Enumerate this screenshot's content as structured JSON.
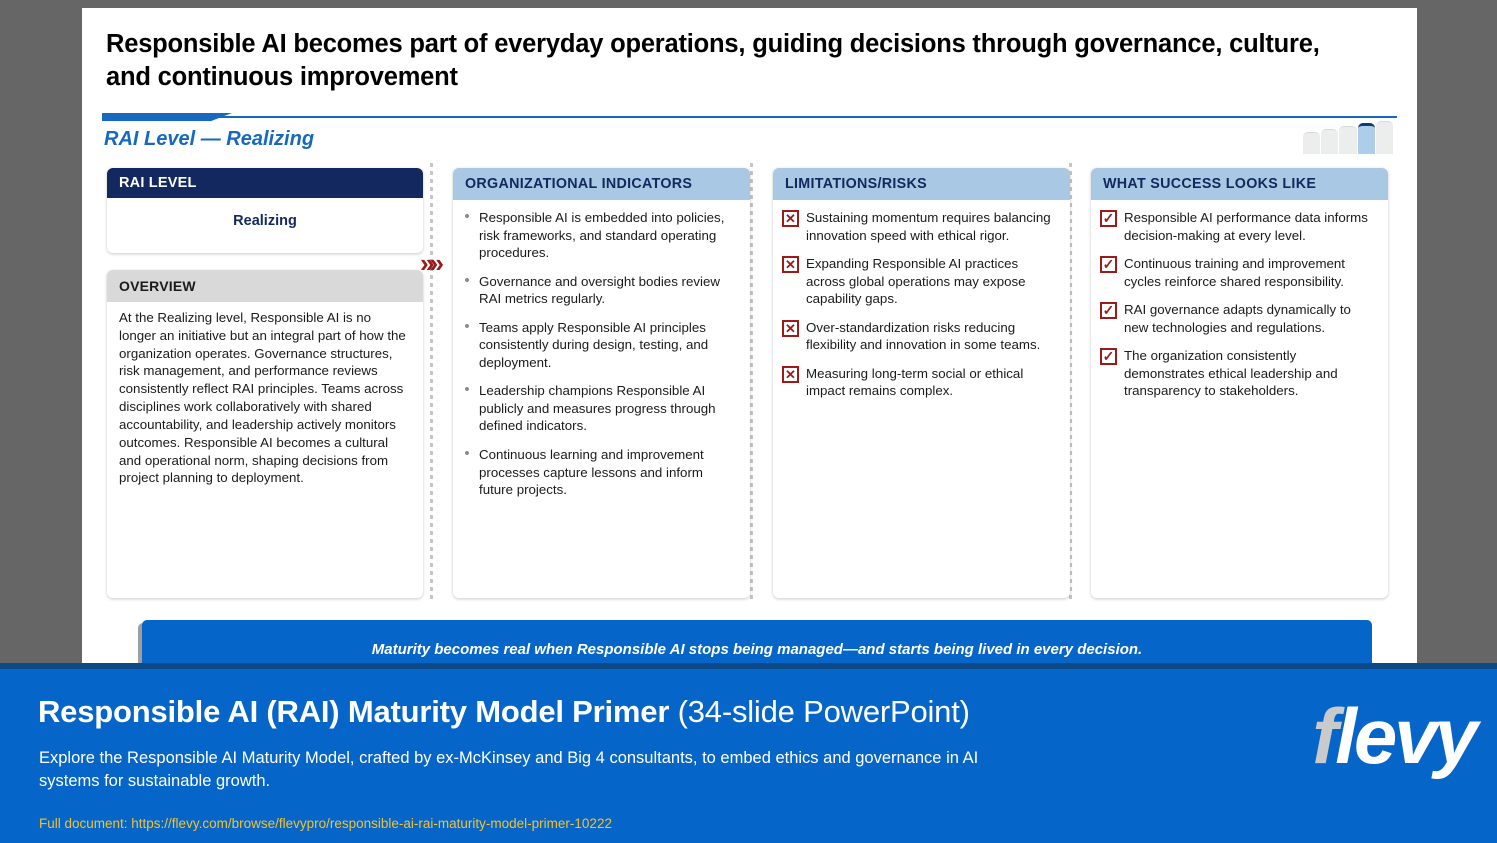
{
  "slide": {
    "title": "Responsible AI becomes part of everyday operations, guiding decisions through governance, culture, and continuous improvement",
    "subtitle": "RAI Level — Realizing",
    "progress": {
      "total": 5,
      "active": 4
    },
    "chevron_icon": "»»"
  },
  "rai_level_card": {
    "header": "RAI LEVEL",
    "value": "Realizing"
  },
  "overview_card": {
    "header": "OVERVIEW",
    "body": "At the Realizing level, Responsible AI is no longer an initiative but an integral part of how the organization operates. Governance structures, risk management, and performance reviews consistently reflect RAI principles. Teams across disciplines work collaboratively with shared accountability, and leadership actively monitors outcomes. Responsible AI becomes a cultural and operational norm, shaping decisions from project planning to deployment."
  },
  "organizational_indicators": {
    "header": "ORGANIZATIONAL INDICATORS",
    "bullet_glyph": "•",
    "items": [
      "Responsible AI is embedded into policies, risk frameworks, and standard operating procedures.",
      "Governance and oversight bodies review RAI metrics regularly.",
      "Teams apply Responsible AI principles consistently during design, testing, and deployment.",
      "Leadership champions Responsible AI publicly and measures progress through defined indicators.",
      "Continuous learning and improvement processes capture lessons and inform future projects."
    ]
  },
  "limitations_risks": {
    "header": "LIMITATIONS/RISKS",
    "mark_glyph": "✕",
    "items": [
      "Sustaining momentum requires balancing innovation speed with ethical rigor.",
      "Expanding Responsible AI practices across global operations may expose capability gaps.",
      "Over-standardization risks reducing flexibility and innovation in some teams.",
      "Measuring long-term social or ethical impact remains complex."
    ]
  },
  "what_success_looks_like": {
    "header": "WHAT SUCCESS LOOKS LIKE",
    "mark_glyph": "✓",
    "items": [
      "Responsible AI performance data informs decision-making at every level.",
      "Continuous training and improvement cycles reinforce shared responsibility.",
      "RAI governance adapts dynamically to new technologies and regulations.",
      "The organization consistently demonstrates ethical leadership and transparency to stakeholders."
    ]
  },
  "takeaway": {
    "text": "Maturity becomes real when Responsible AI stops being managed—and starts being lived in every decision."
  },
  "footer": {
    "title_bold": "Responsible AI (RAI) Maturity Model Primer",
    "title_light": " (34-slide PowerPoint)",
    "description": "Explore the Responsible AI Maturity Model, crafted by ex-McKinsey and Big 4 consultants, to embed ethics and governance in AI systems for sustainable growth.",
    "link": "Full document: https://flevy.com/browse/flevypro/responsible-ai-rai-maturity-model-primer-10222",
    "logo_first": "f",
    "logo_rest": "levy"
  },
  "colors": {
    "brand_blue": "#0565c8",
    "navy": "#12285e",
    "header_blue": "#a9c8e3",
    "accent_red": "#9b1b1b",
    "link_yellow": "#f2c230",
    "page_bg": "#666666"
  }
}
